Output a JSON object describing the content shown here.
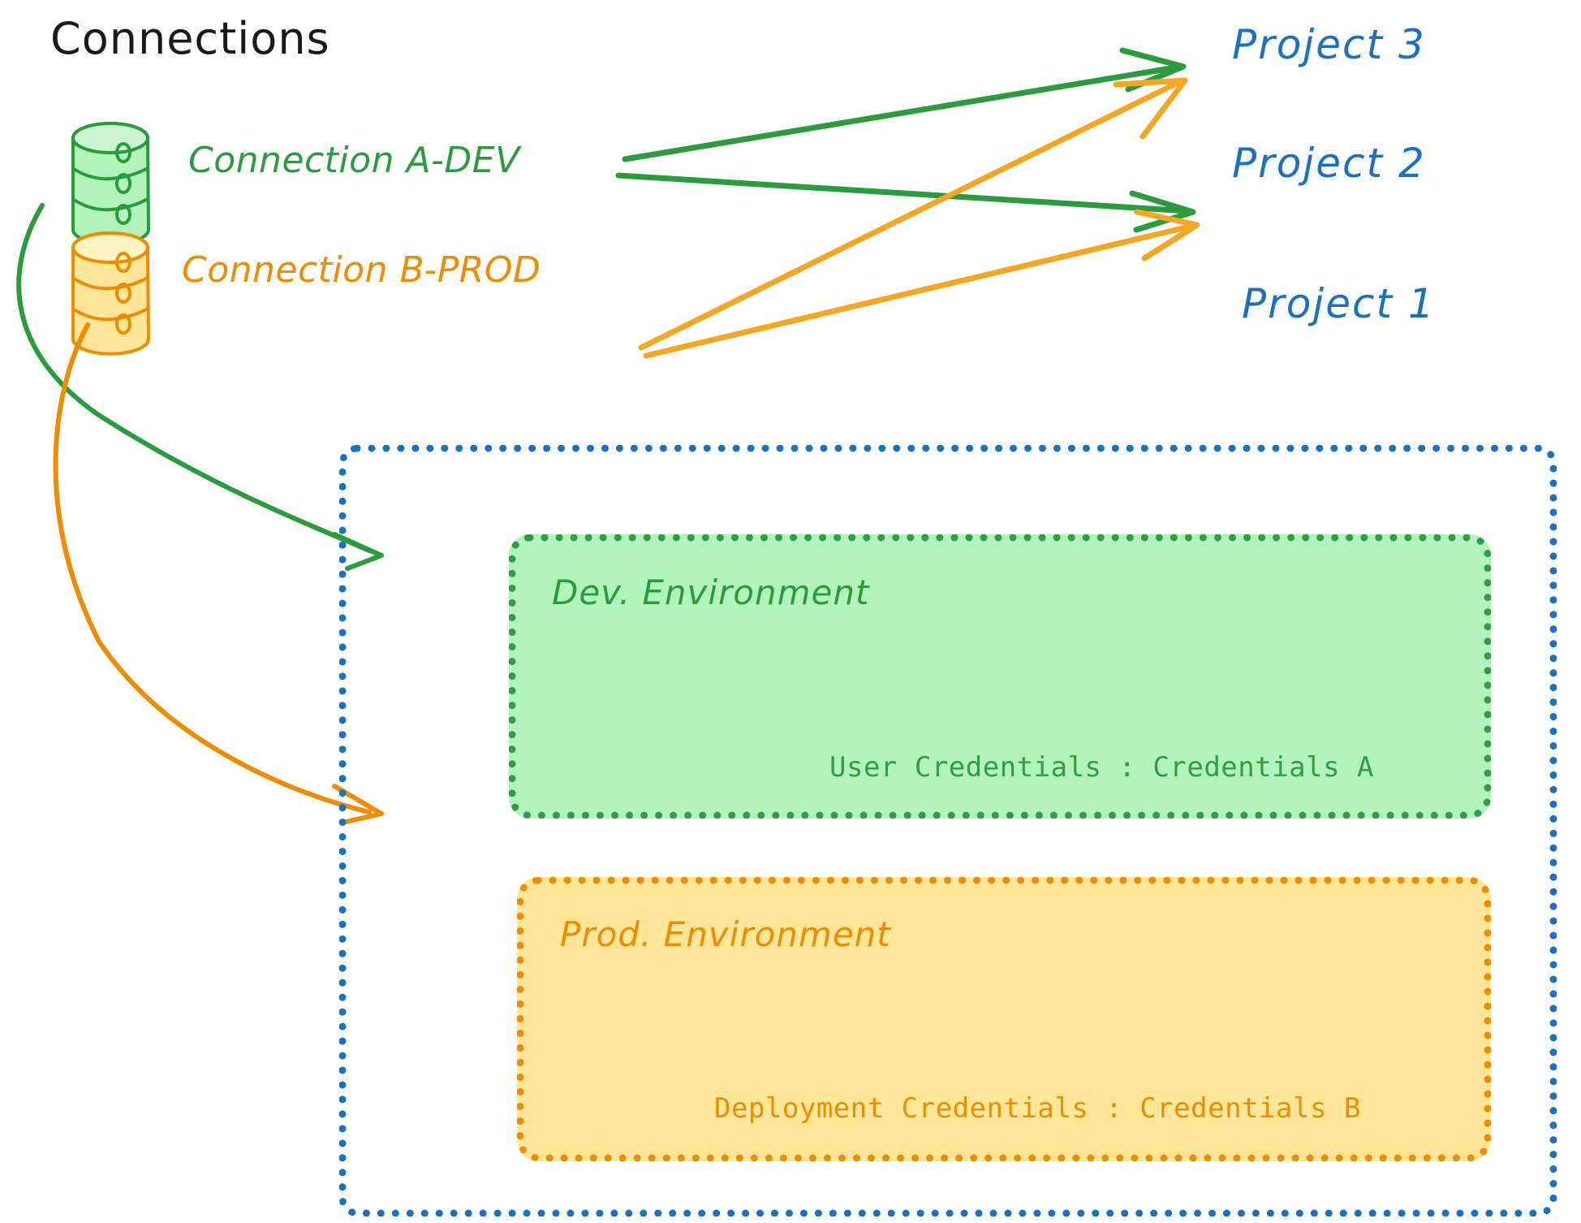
{
  "diagram": {
    "title": "Connections",
    "colors": {
      "green_stroke": "#2a9c3e",
      "green_fill": "#b2f2bb",
      "orange_stroke": "#f08c00",
      "orange_fill": "#ffe699",
      "blue": "#1971c2",
      "black": "#1a1a1a",
      "background": "#ffffff"
    }
  },
  "connections": [
    {
      "id": "a-dev",
      "label": "Connection A-DEV",
      "color": "#2a9c3e",
      "icon": "database-cylinder-icon"
    },
    {
      "id": "b-prod",
      "label": "Connection B-PROD",
      "color": "#f08c00",
      "icon": "database-cylinder-icon"
    }
  ],
  "projects": [
    {
      "id": "project-3",
      "label": "Project 3"
    },
    {
      "id": "project-2",
      "label": "Project 2"
    },
    {
      "id": "project-1",
      "label": "Project 1"
    }
  ],
  "project_one": {
    "label": "Project 1",
    "environments": [
      {
        "id": "dev",
        "title": "Dev. Environment",
        "credentials_label": "User Credentials : Credentials A",
        "color": "#2a9c3e"
      },
      {
        "id": "prod",
        "title": "Prod. Environment",
        "credentials_label": "Deployment Credentials : Credentials B",
        "color": "#f08c00"
      }
    ]
  },
  "edges": [
    {
      "from": "a-dev",
      "to": "project-3",
      "color": "#2a9c3e"
    },
    {
      "from": "a-dev",
      "to": "project-2",
      "color": "#2a9c3e"
    },
    {
      "from": "a-dev",
      "to": "dev",
      "color": "#2a9c3e"
    },
    {
      "from": "b-prod",
      "to": "project-3",
      "color": "#f5a623"
    },
    {
      "from": "b-prod",
      "to": "project-2",
      "color": "#f5a623"
    },
    {
      "from": "b-prod",
      "to": "prod",
      "color": "#f08c00"
    }
  ]
}
